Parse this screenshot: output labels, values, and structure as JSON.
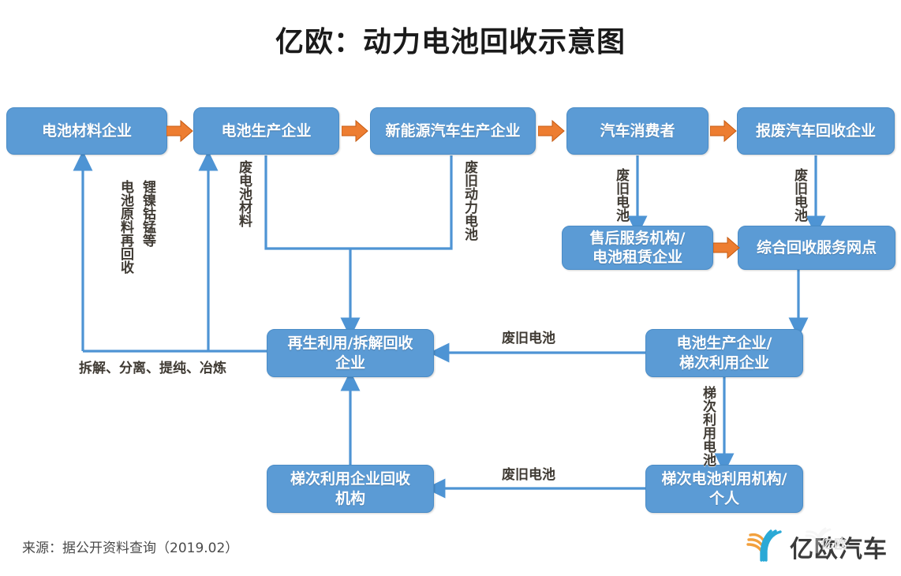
{
  "title": "亿欧：动力电池回收示意图",
  "colors": {
    "box_fill": "#5b9bd5",
    "box_border": "#4a8cc7",
    "arrow_orange": "#ed7d31",
    "connector_blue": "#4e94d4",
    "label_text": "#3f3a33",
    "title_text": "#1a1a1a"
  },
  "nodes": {
    "battery_material": "电池材料企业",
    "battery_production": "电池生产企业",
    "nev_production": "新能源汽车生产企业",
    "car_consumer": "汽车消费者",
    "scrap_car_recycle": "报废汽车回收企业",
    "aftersales_lease_l1": "售后服务机构/",
    "aftersales_lease_l2": "电池租赁企业",
    "integrated_network": "综合回收服务网点",
    "regeneration_l1": "再生利用/拆解回收",
    "regeneration_l2": "企业",
    "battery_cascade_l1": "电池生产企业/",
    "battery_cascade_l2": "梯次利用企业",
    "cascade_recycle_l1": "梯次利用企业回收",
    "cascade_recycle_l2": "机构",
    "cascade_user_l1": "梯次电池利用机构/",
    "cascade_user_l2": "个人"
  },
  "edge_labels": {
    "lithium_nickel": "锂镍钴锰等",
    "battery_raw_recycle": "电池原料再回收",
    "waste_battery_material": "废电池材料",
    "waste_power_battery": "废旧动力电池",
    "waste_battery_v1": "废旧电池",
    "waste_battery_v2": "废旧电池",
    "dismantle_process": "拆解、分离、提纯、冶炼",
    "waste_battery_h1": "废旧电池",
    "waste_battery_h2": "废旧电池",
    "cascade_battery": "梯次利用电池"
  },
  "footer": {
    "source": "来源：据公开资料查询（2019.02）",
    "logo_text": "亿欧汽车",
    "watermark": "亿欧"
  }
}
